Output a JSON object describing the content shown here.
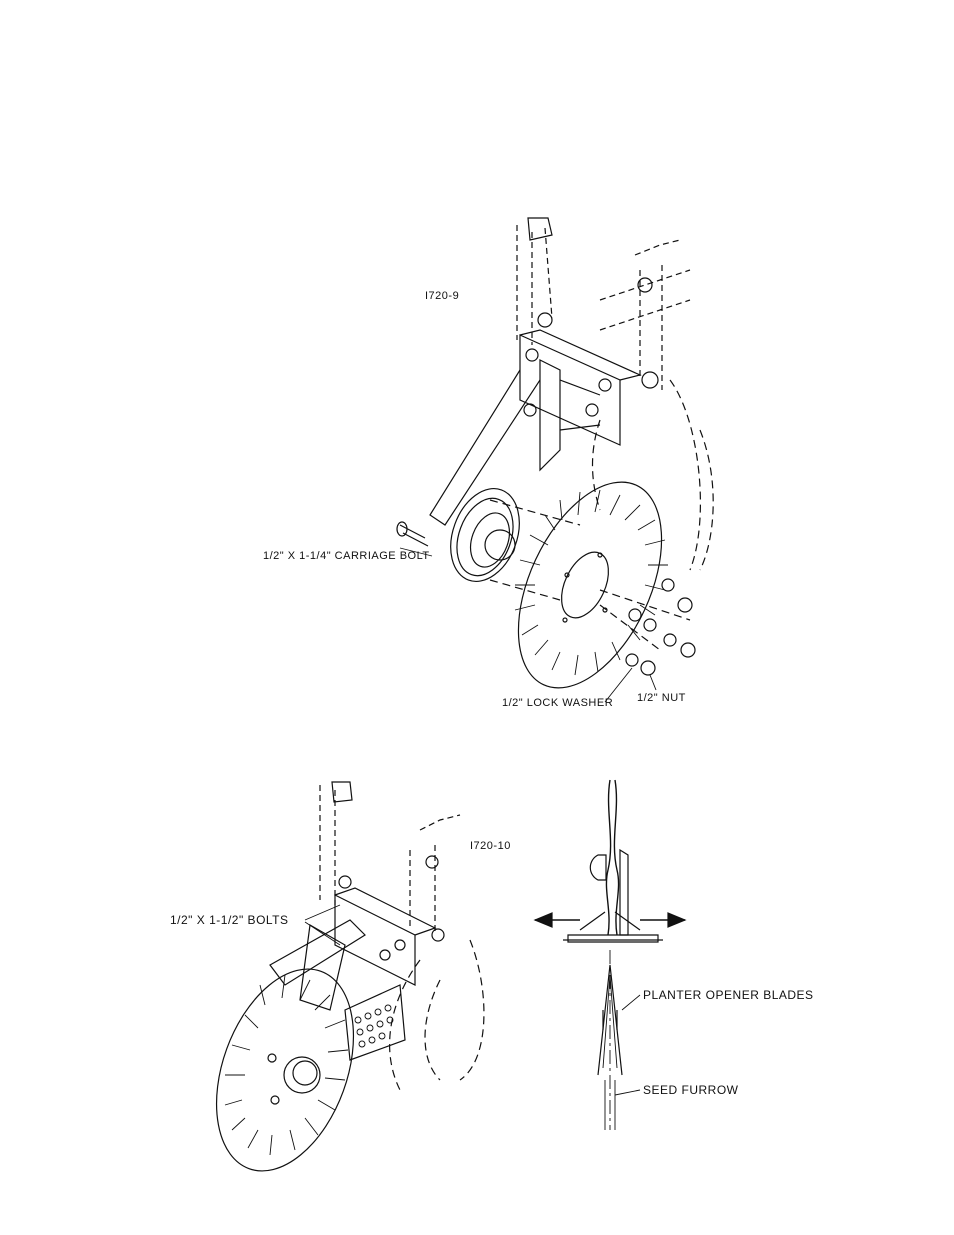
{
  "figure_top": {
    "id": "I720-9",
    "carriage_bolt": "1/2\" X 1-1/4\" CARRIAGE BOLT",
    "lock_washer": "1/2\" LOCK WASHER",
    "nut": "1/2\" NUT"
  },
  "figure_bottom": {
    "id": "I720-10",
    "bolts": "1/2\" X 1-1/2\" BOLTS",
    "opener_blades": "PLANTER OPENER BLADES",
    "seed_furrow": "SEED FURROW"
  }
}
